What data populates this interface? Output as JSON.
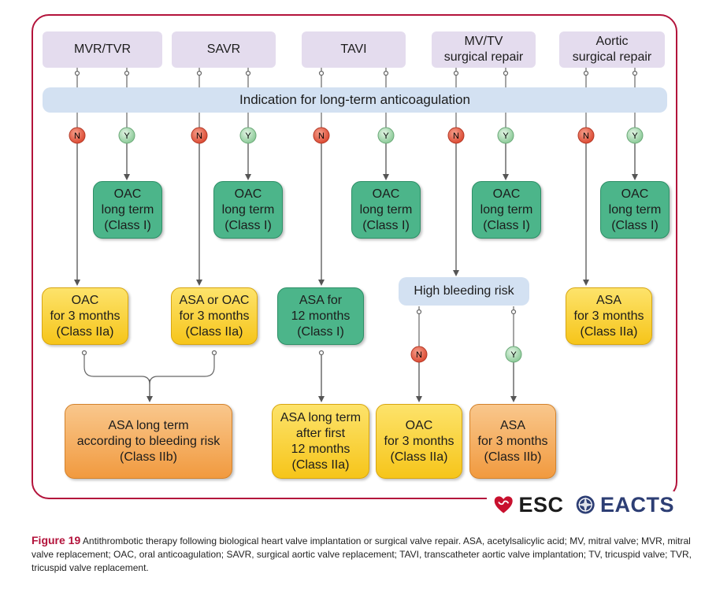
{
  "categories": {
    "mvr_tvr": "MVR/TVR",
    "savr": "SAVR",
    "tavi": "TAVI",
    "mv_tv_1": "MV/TV",
    "mv_tv_2": "surgical repair",
    "aortic_1": "Aortic",
    "aortic_2": "surgical repair"
  },
  "indication": "Indication for long-term anticoagulation",
  "badges": {
    "no": "N",
    "yes": "Y"
  },
  "oac_long_term": {
    "line1": "OAC",
    "line2": "long term",
    "line3": "(Class I)"
  },
  "mvr_no": {
    "line1": "OAC",
    "line2": "for 3 months",
    "line3": "(Class IIa)"
  },
  "savr_no": {
    "line1": "ASA or OAC",
    "line2": "for 3 months",
    "line3": "(Class IIa)"
  },
  "tavi_no": {
    "line1": "ASA for",
    "line2": "12 months",
    "line3": "(Class I)"
  },
  "high_bleeding_risk": "High bleeding risk",
  "aortic_no": {
    "line1": "ASA",
    "line2": "for 3 months",
    "line3": "(Class IIa)"
  },
  "asa_long_term_bleeding": {
    "line1": "ASA long term",
    "line2": "according to bleeding risk",
    "line3": "(Class IIb)"
  },
  "asa_long_term_after": {
    "line1": "ASA long term",
    "line2": "after first",
    "line3": "12 months",
    "line4": "(Class IIa)"
  },
  "hbr_no": {
    "line1": "OAC",
    "line2": "for 3 months",
    "line3": "(Class IIa)"
  },
  "hbr_yes": {
    "line1": "ASA",
    "line2": "for 3 months",
    "line3": "(Class IIb)"
  },
  "logos": {
    "esc": "ESC",
    "eacts": "EACTS"
  },
  "caption": {
    "label": "Figure 19",
    "text": "Antithrombotic therapy following biological heart valve implantation or surgical valve repair. ASA, acetylsalicylic acid; MV, mitral valve; MVR, mitral valve replacement; OAC, oral anticoagulation; SAVR, surgical aortic valve replacement; TAVI, transcatheter aortic valve implantation; TV, tricuspid valve; TVR, tricuspid valve replacement."
  },
  "colors": {
    "frame": "#b3133b",
    "category": "#e4dcee",
    "indication_bar": "#d3e1f2",
    "green_box": "#4cb58a",
    "yellow_box": "#f6c51a",
    "orange_box": "#f19a3f",
    "badge_no": "#e0573f",
    "badge_yes": "#9fd2a6"
  }
}
